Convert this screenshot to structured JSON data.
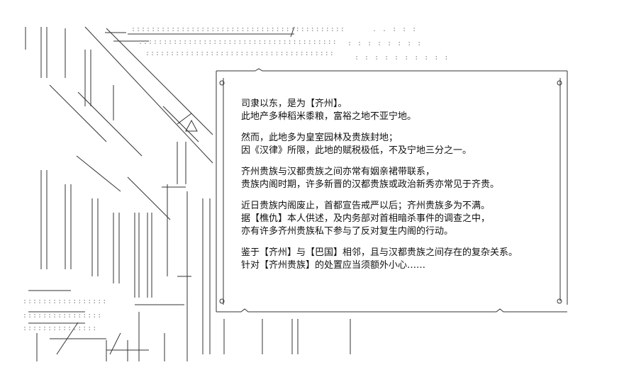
{
  "document": {
    "paragraphs": [
      {
        "lines": [
          "司隶以东，是为【齐州】。",
          "此地产多种稻米黍粮，富裕之地不亚宁地。"
        ]
      },
      {
        "lines": [
          "然而，此地多为皇室园林及贵族封地；",
          "因《汉律》所限，此地的赋税极低，不及宁地三分之一。"
        ]
      },
      {
        "lines": [
          "齐州贵族与汉都贵族之间亦常有姻亲裙带联系，",
          "贵族内阁时期，许多新晋的汉都贵族或政治新秀亦常见于齐贵。"
        ]
      },
      {
        "lines": [
          "近日贵族内阁废止，首都宣告戒严以后；齐州贵族多为不满。",
          "据【樵仇】本人供述，及内务部对首相暗杀事件的调查之中，",
          "亦有许多齐州贵族私下参与了反对复生内阁的行动。"
        ]
      },
      {
        "lines": [
          "鉴于【齐州】与【巴国】相邻，且与汉都贵族之间存在的复杂关系。",
          "针对【齐州贵族】的处置应当须额外小心……"
        ]
      }
    ]
  },
  "colors": {
    "ink": "#111111",
    "stroke": "#333333",
    "dots": "#8a8a8a",
    "background": "#ffffff"
  }
}
